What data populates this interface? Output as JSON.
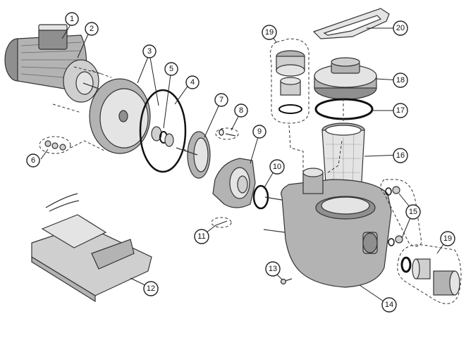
{
  "callouts": [
    {
      "id": "1",
      "label": "1"
    },
    {
      "id": "2",
      "label": "2"
    },
    {
      "id": "3",
      "label": "3"
    },
    {
      "id": "4",
      "label": "4"
    },
    {
      "id": "5",
      "label": "5"
    },
    {
      "id": "6",
      "label": "6"
    },
    {
      "id": "7",
      "label": "7"
    },
    {
      "id": "8",
      "label": "8"
    },
    {
      "id": "9",
      "label": "9"
    },
    {
      "id": "10",
      "label": "10"
    },
    {
      "id": "11",
      "label": "11"
    },
    {
      "id": "12",
      "label": "12"
    },
    {
      "id": "13",
      "label": "13"
    },
    {
      "id": "14",
      "label": "14"
    },
    {
      "id": "15",
      "label": "15"
    },
    {
      "id": "16",
      "label": "16"
    },
    {
      "id": "17",
      "label": "17"
    },
    {
      "id": "18",
      "label": "18"
    },
    {
      "id": "19a",
      "label": "19"
    },
    {
      "id": "19b",
      "label": "19"
    },
    {
      "id": "20",
      "label": "20"
    }
  ],
  "parts": [
    {
      "id": "motor"
    },
    {
      "id": "flange-bolts"
    },
    {
      "id": "seal-plate"
    },
    {
      "id": "o-ring-large"
    },
    {
      "id": "mechanical-seal"
    },
    {
      "id": "screw-set"
    },
    {
      "id": "impeller"
    },
    {
      "id": "impeller-screw"
    },
    {
      "id": "diffuser"
    },
    {
      "id": "diffuser-o-ring"
    },
    {
      "id": "diffuser-screw"
    },
    {
      "id": "pump-base"
    },
    {
      "id": "drain-screw"
    },
    {
      "id": "pump-body"
    },
    {
      "id": "drain-plugs"
    },
    {
      "id": "strainer-basket"
    },
    {
      "id": "lid-o-ring"
    },
    {
      "id": "strainer-lid"
    },
    {
      "id": "union-fitting-top"
    },
    {
      "id": "union-fitting-side"
    },
    {
      "id": "lid-wrench"
    }
  ]
}
